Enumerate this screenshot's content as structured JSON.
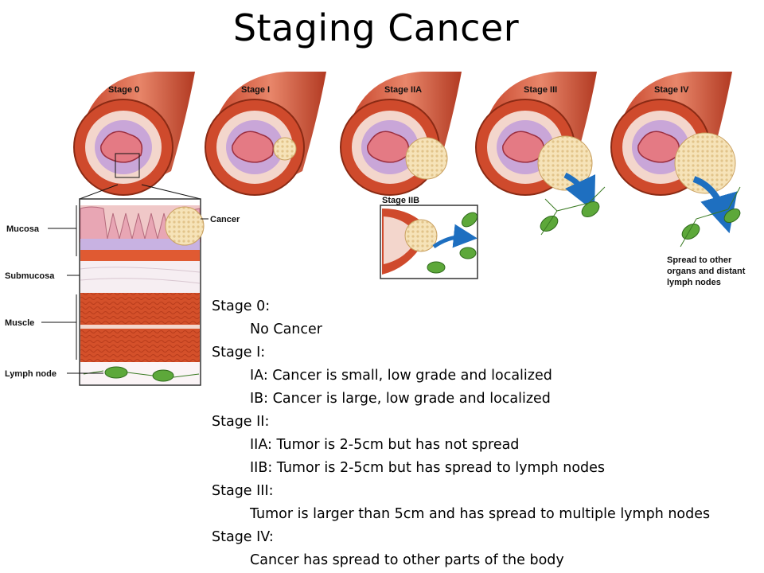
{
  "title": "Staging Cancer",
  "diagram": {
    "stages": [
      {
        "label": "Stage 0"
      },
      {
        "label": "Stage I"
      },
      {
        "label": "Stage IIA"
      },
      {
        "label": "Stage III"
      },
      {
        "label": "Stage IV"
      }
    ],
    "inset_label": "Stage IIB",
    "cross_section": {
      "cancer": "Cancer",
      "mucosa": "Mucosa",
      "submucosa": "Submucosa",
      "muscle": "Muscle",
      "lymph_node": "Lymph node"
    },
    "spread_note": [
      "Spread to other",
      "organs and distant",
      "lymph nodes"
    ]
  },
  "legend": [
    {
      "heading": "Stage 0:",
      "items": [
        "No Cancer"
      ]
    },
    {
      "heading": "Stage I:",
      "items": [
        "IA: Cancer is small, low grade and localized",
        "IB: Cancer is large, low grade and localized"
      ]
    },
    {
      "heading": "Stage II:",
      "items": [
        "IIA: Tumor is 2-5cm but has not spread",
        "IIB: Tumor is  2-5cm but has spread to lymph nodes"
      ]
    },
    {
      "heading": "Stage III:",
      "items": [
        "Tumor is larger than 5cm and has spread to multiple lymph nodes"
      ]
    },
    {
      "heading": "Stage IV:",
      "items": [
        "Cancer has spread to other parts of the body"
      ]
    }
  ]
}
